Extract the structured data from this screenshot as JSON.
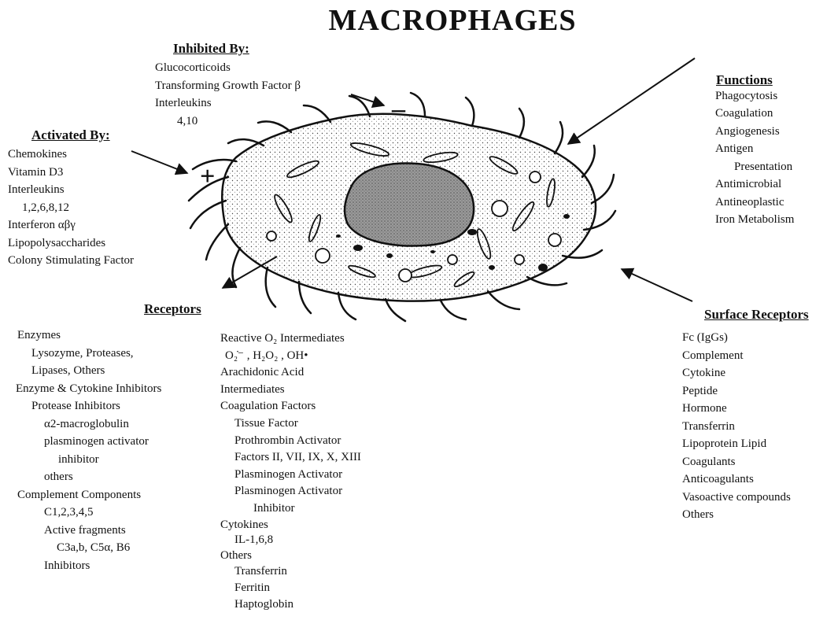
{
  "title": "MACROPHAGES",
  "inhibited": {
    "heading": "Inhibited By:",
    "items": [
      "Glucocorticoids",
      "Transforming Growth Factor β",
      "Interleukins",
      "4,10"
    ]
  },
  "activated": {
    "heading": "Activated By:",
    "items": [
      "Chemokines",
      "Vitamin D3",
      "Interleukins",
      "1,2,6,8,12",
      "Interferon αβγ",
      "Lipopolysaccharides",
      "Colony Stimulating Factor"
    ]
  },
  "functions": {
    "heading": "Functions",
    "items": [
      "Phagocytosis",
      "Coagulation",
      "Angiogenesis",
      "Antigen",
      "Presentation",
      "Antimicrobial",
      "Antineoplastic",
      "Iron Metabolism"
    ]
  },
  "receptors": {
    "heading": "Receptors",
    "col1": [
      "Enzymes",
      "Lysozyme, Proteases,",
      "Lipases, Others",
      "Enzyme & Cytokine Inhibitors",
      "Protease Inhibitors",
      "α2-macroglobulin",
      "plasminogen activator",
      "inhibitor",
      "others",
      "Complement Components",
      "C1,2,3,4,5",
      "Active fragments",
      "C3a,b, C5α, B6",
      "Inhibitors"
    ],
    "col2": [
      "Reactive O₂ Intermediates",
      "O₂̇⁻ , H₂O₂ , OH•",
      "Arachidonic Acid",
      "Intermediates",
      "Coagulation Factors",
      "Tissue Factor",
      "Prothrombin Activator",
      "Factors II, VII, IX, X, XIII",
      "Plasminogen Activator",
      "Plasminogen Activator",
      "Inhibitor",
      "Cytokines",
      "IL-1,6,8",
      "Others",
      "Transferrin",
      "Ferritin",
      "Haptoglobin"
    ]
  },
  "surface": {
    "heading": "Surface Receptors",
    "items": [
      "Fc (IgGs)",
      "Complement",
      "Cytokine",
      "Peptide",
      "Hormone",
      "Transferrin",
      "Lipoprotein Lipid",
      "Coagulants",
      "Anticoagulants",
      "Vasoactive compounds",
      "Others"
    ]
  },
  "signs": {
    "minus": "–",
    "plus": "+"
  }
}
